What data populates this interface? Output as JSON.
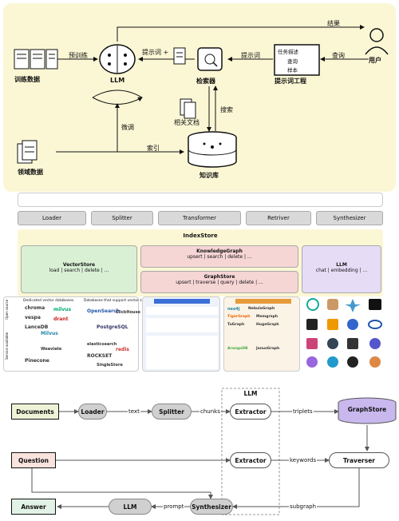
{
  "top": {
    "llm": "LLM",
    "training_data": "训练数据",
    "pretrain": "预训练",
    "domain_data": "领域数据",
    "finetune": "微调",
    "index": "索引",
    "knowledge_base": "知识库",
    "retriever": "检索器",
    "search": "搜索",
    "related_docs": "相关文档",
    "prompt_plus": "提示词 +",
    "prompt": "提示词",
    "result": "结果",
    "user": "用户",
    "query": "查询",
    "prompt_engineering": "提示词工程",
    "pe_box": [
      "任务描述",
      "查询",
      "样本"
    ]
  },
  "middle": {
    "components": [
      "Loader",
      "Splitter",
      "Transformer",
      "Retriver",
      "Synthesizer"
    ],
    "index_store": "IndexStore",
    "vector_store": {
      "title": "VectorStore",
      "ops": "load | search | delete | ..."
    },
    "kg_store": {
      "title": "KnowledgeGraph",
      "ops": "upsert | search | delete | ..."
    },
    "graph_store": {
      "title": "GraphStore",
      "ops": "upsert | traverse | query | delete | ..."
    },
    "llm": {
      "title": "LLM",
      "ops": "chat | embedding | ..."
    }
  },
  "logos": {
    "vector_header_left": "Dedicated vector databases",
    "vector_header_right": "Databases that support vector search",
    "side_top": "Open source",
    "side_bottom": "Service available",
    "vector_dbs": [
      "chroma",
      "milvus",
      "vespa",
      "drant",
      "LanceDB",
      "Milvus",
      "Pinecone",
      "Weaviate"
    ],
    "support_dbs": [
      "OpenSearch",
      "ClickHouse",
      "PostgreSQL",
      "elasticsearch",
      "redis",
      "ROCKSET",
      "SingleStore"
    ],
    "graph_dbs": [
      "neo4j",
      "NebulaGraph",
      "TigerGraph",
      "Memgraph",
      "TuGraph",
      "HugeGraph",
      "ArangoDB",
      "JanusGraph"
    ]
  },
  "flow": {
    "nodes": {
      "documents": "Documents",
      "loader": "Loader",
      "splitter": "Splitter",
      "extractor1": "Extractor",
      "graphstore": "GraphStore",
      "question": "Question",
      "extractor2": "Extractor",
      "traverser": "Traverser",
      "answer": "Answer",
      "llm": "LLM",
      "synthesizer": "Synthesizer",
      "llm_group": "LLM"
    },
    "edges": {
      "text": "text",
      "chunks": "chunks",
      "triplets": "triplets",
      "keywords": "keywords",
      "subgraph": "subgraph",
      "prompt": "prompt"
    }
  }
}
